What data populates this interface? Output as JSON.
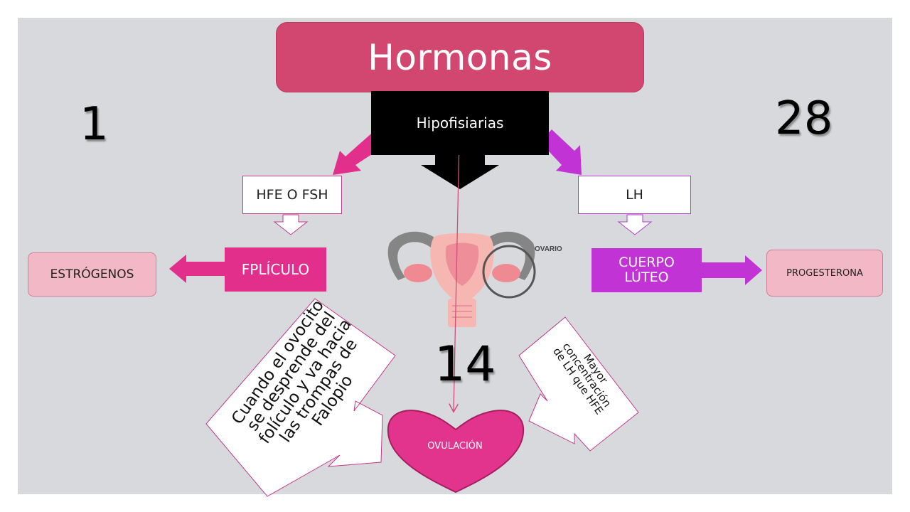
{
  "title": "Hormonas",
  "source": "Hipofisiarias",
  "hormones": {
    "left": "HFE O FSH",
    "right": "LH"
  },
  "structures": {
    "left": "FPLÍCULO",
    "right": "CUERPO\nLÚTEO"
  },
  "products": {
    "left": "ESTRÓGENOS",
    "right": "PROGESTERONA"
  },
  "days": {
    "start": "1",
    "middle": "14",
    "end": "28"
  },
  "ovulation": "OVULACIÓN",
  "ovary_label": "OVARIO",
  "notes": {
    "left": "Cuando el ovocito\nse desprende del\nfolículo y va hacia\nlas trompas de\nFalopio",
    "right": "Mayor\nconcentración\nde LH que HFE"
  },
  "colors": {
    "slide_bg": "#d8d9dd",
    "title_bg": "#d2476f",
    "magenta": "#e22f8c",
    "purple": "#c233d6",
    "pink_light": "#f2b8c6",
    "heart": "#e3348d"
  }
}
